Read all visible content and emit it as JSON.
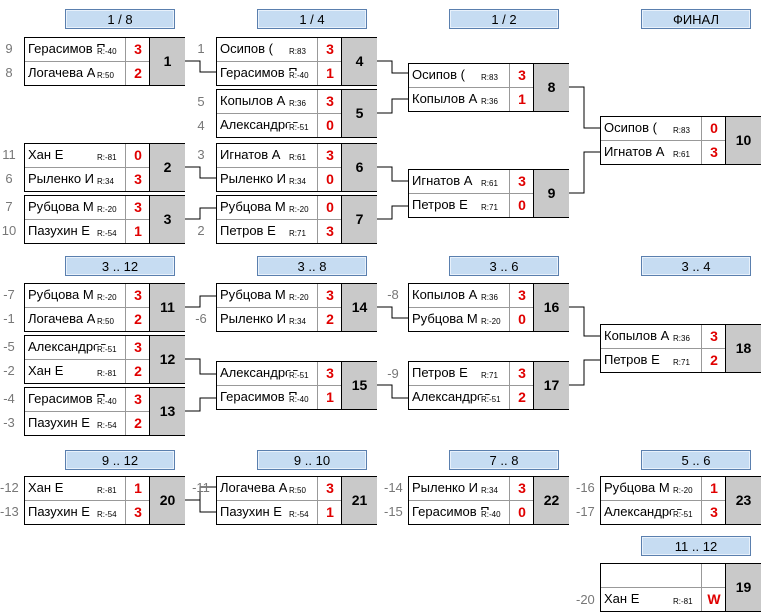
{
  "headers": [
    {
      "id": "h1",
      "label": "1 / 8"
    },
    {
      "id": "h2",
      "label": "1 / 4"
    },
    {
      "id": "h3",
      "label": "1 / 2"
    },
    {
      "id": "h4",
      "label": "ФИНАЛ"
    },
    {
      "id": "h5",
      "label": "3 .. 12"
    },
    {
      "id": "h6",
      "label": "3 .. 8"
    },
    {
      "id": "h7",
      "label": "3 .. 6"
    },
    {
      "id": "h8",
      "label": "3 .. 4"
    },
    {
      "id": "h9",
      "label": "9 .. 12"
    },
    {
      "id": "h10",
      "label": "9 .. 10"
    },
    {
      "id": "h11",
      "label": "7 .. 8"
    },
    {
      "id": "h12",
      "label": "5 .. 6"
    },
    {
      "id": "h13",
      "label": "11 .. 12"
    }
  ],
  "matches": [
    {
      "num": "1",
      "p1": {
        "name": "Герасимов П",
        "rating": "R:-40",
        "score": "3"
      },
      "p2": {
        "name": "Логачева А",
        "rating": "R:50",
        "score": "2"
      }
    },
    {
      "num": "4",
      "p1": {
        "name": "Осипов (",
        "rating": "R:83",
        "score": "3"
      },
      "p2": {
        "name": "Герасимов П",
        "rating": "R:-40",
        "score": "1"
      }
    },
    {
      "num": "5",
      "p1": {
        "name": "Копылов А",
        "rating": "R:36",
        "score": "3"
      },
      "p2": {
        "name": "Александров",
        "rating": "R:-51",
        "score": "0"
      }
    },
    {
      "num": "8",
      "p1": {
        "name": "Осипов (",
        "rating": "R:83",
        "score": "3"
      },
      "p2": {
        "name": "Копылов А",
        "rating": "R:36",
        "score": "1"
      }
    },
    {
      "num": "10",
      "p1": {
        "name": "Осипов (",
        "rating": "R:83",
        "score": "0"
      },
      "p2": {
        "name": "Игнатов А",
        "rating": "R:61",
        "score": "3"
      }
    },
    {
      "num": "2",
      "p1": {
        "name": "Хан Е",
        "rating": "R:-81",
        "score": "0"
      },
      "p2": {
        "name": "Рыленко И",
        "rating": "R:34",
        "score": "3"
      }
    },
    {
      "num": "6",
      "p1": {
        "name": "Игнатов А",
        "rating": "R:61",
        "score": "3"
      },
      "p2": {
        "name": "Рыленко И",
        "rating": "R:34",
        "score": "0"
      }
    },
    {
      "num": "9",
      "p1": {
        "name": "Игнатов А",
        "rating": "R:61",
        "score": "3"
      },
      "p2": {
        "name": "Петров Е",
        "rating": "R:71",
        "score": "0"
      }
    },
    {
      "num": "3",
      "p1": {
        "name": "Рубцова М",
        "rating": "R:-20",
        "score": "3"
      },
      "p2": {
        "name": "Пазухин Е",
        "rating": "R:-54",
        "score": "1"
      }
    },
    {
      "num": "7",
      "p1": {
        "name": "Рубцова М",
        "rating": "R:-20",
        "score": "0"
      },
      "p2": {
        "name": "Петров Е",
        "rating": "R:71",
        "score": "3"
      }
    },
    {
      "num": "11",
      "p1": {
        "name": "Рубцова М",
        "rating": "R:-20",
        "score": "3"
      },
      "p2": {
        "name": "Логачева А",
        "rating": "R:50",
        "score": "2"
      }
    },
    {
      "num": "14",
      "p1": {
        "name": "Рубцова М",
        "rating": "R:-20",
        "score": "3"
      },
      "p2": {
        "name": "Рыленко И",
        "rating": "R:34",
        "score": "2"
      }
    },
    {
      "num": "16",
      "p1": {
        "name": "Копылов А",
        "rating": "R:36",
        "score": "3"
      },
      "p2": {
        "name": "Рубцова М",
        "rating": "R:-20",
        "score": "0"
      }
    },
    {
      "num": "18",
      "p1": {
        "name": "Копылов А",
        "rating": "R:36",
        "score": "3"
      },
      "p2": {
        "name": "Петров Е",
        "rating": "R:71",
        "score": "2"
      }
    },
    {
      "num": "12",
      "p1": {
        "name": "Александров",
        "rating": "R:-51",
        "score": "3"
      },
      "p2": {
        "name": "Хан Е",
        "rating": "R:-81",
        "score": "2"
      }
    },
    {
      "num": "15",
      "p1": {
        "name": "Александров",
        "rating": "R:-51",
        "score": "3"
      },
      "p2": {
        "name": "Герасимов П",
        "rating": "R:-40",
        "score": "1"
      }
    },
    {
      "num": "17",
      "p1": {
        "name": "Петров Е",
        "rating": "R:71",
        "score": "3"
      },
      "p2": {
        "name": "Александров",
        "rating": "R:-51",
        "score": "2"
      }
    },
    {
      "num": "13",
      "p1": {
        "name": "Герасимов П",
        "rating": "R:-40",
        "score": "3"
      },
      "p2": {
        "name": "Пазухин Е",
        "rating": "R:-54",
        "score": "2"
      }
    },
    {
      "num": "20",
      "p1": {
        "name": "Хан Е",
        "rating": "R:-81",
        "score": "1"
      },
      "p2": {
        "name": "Пазухин Е",
        "rating": "R:-54",
        "score": "3"
      }
    },
    {
      "num": "21",
      "p1": {
        "name": "Логачева А",
        "rating": "R:50",
        "score": "3"
      },
      "p2": {
        "name": "Пазухин Е",
        "rating": "R:-54",
        "score": "1"
      }
    },
    {
      "num": "22",
      "p1": {
        "name": "Рыленко И",
        "rating": "R:34",
        "score": "3"
      },
      "p2": {
        "name": "Герасимов П",
        "rating": "R:-40",
        "score": "0"
      }
    },
    {
      "num": "23",
      "p1": {
        "name": "Рубцова М",
        "rating": "R:-20",
        "score": "1"
      },
      "p2": {
        "name": "Александров",
        "rating": "R:-51",
        "score": "3"
      }
    },
    {
      "num": "19",
      "p1": {
        "name": "",
        "rating": "",
        "score": ""
      },
      "p2": {
        "name": "Хан Е",
        "rating": "R:-81",
        "score": "W"
      }
    }
  ],
  "seeds": [
    "9",
    "8",
    "1",
    "5",
    "4",
    "11",
    "6",
    "3",
    "7",
    "10",
    "2",
    "-7",
    "-1",
    "-6",
    "-8",
    "-5",
    "-2",
    "-9",
    "-4",
    "-3",
    "-12",
    "-13",
    "-11",
    "-14",
    "-15",
    "-16",
    "-17",
    "-20"
  ]
}
